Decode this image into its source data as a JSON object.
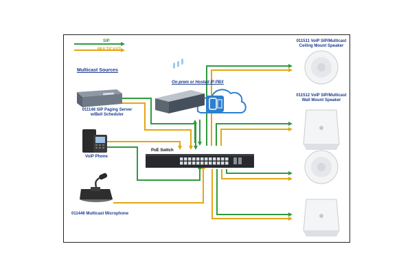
{
  "legend": {
    "sip_label": "SIP",
    "multicast_label": "MULTICAST"
  },
  "colors": {
    "sip": "#2e9a3c",
    "multicast": "#e2a514",
    "text_blue": "#1a3a8c",
    "cloud": "#2d7fcf"
  },
  "sources_heading": "Multicast Sources",
  "devices": {
    "paging_server": "011146 SIP Paging Server\nw/Bell Scheduler",
    "voip_phone": "VoIP Phone",
    "microphone": "011446 Multicast Microphone",
    "pbx": "On-prem or Hosted IP PBX",
    "switch": "PoE Switch",
    "ceiling_speaker": "011511 VoIP SIP/Multicast\nCeiling Mount Speaker",
    "wall_speaker": "011512 VoIP SIP/Multicast\nWall Mount Speaker"
  }
}
